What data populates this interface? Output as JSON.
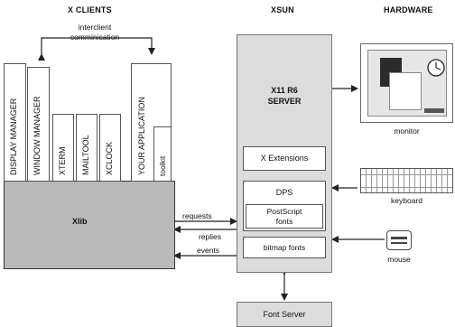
{
  "headers": {
    "clients": "X CLIENTS",
    "xsun": "XSUN",
    "hardware": "HARDWARE"
  },
  "interclient": {
    "line1": "interclient",
    "line2": "comminication"
  },
  "clients": {
    "display_manager": "DISPLAY MANAGER",
    "window_manager": "WINDOW MANAGER",
    "xterm": "XTERM",
    "mailtool": "MAILTOOL",
    "xclock": "XCLOCK",
    "your_application": "YOUR APPLICATION",
    "toolkit": "toolkit"
  },
  "xlib": "Xlib",
  "server": {
    "title_line1": "X11 R6",
    "title_line2": "SERVER",
    "x_extensions": "X Extensions",
    "dps": "DPS",
    "postscript_line1": "PostScript",
    "postscript_line2": "fonts",
    "bitmap_fonts": "bitmap fonts"
  },
  "arrows": {
    "requests": "requests",
    "replies": "replies",
    "events": "events"
  },
  "hardware": {
    "monitor": "monitor",
    "keyboard": "keyboard",
    "mouse": "mouse"
  },
  "font_server": "Font Server",
  "colors": {
    "xlib_fill": "#b9b9b9",
    "server_fill": "#dcdcdc",
    "dark": "#2b2b2b"
  }
}
